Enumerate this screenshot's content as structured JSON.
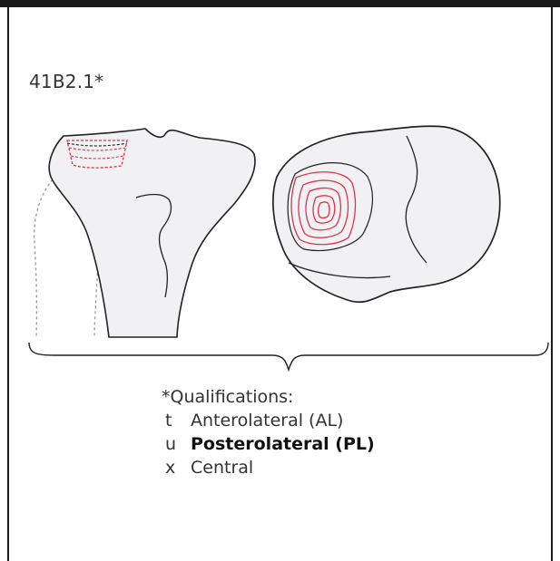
{
  "code": "41B2.1*",
  "qualifications": {
    "title": "*Qualifications:",
    "items": [
      {
        "letter": "t",
        "label": "Anterolateral (AL)"
      },
      {
        "letter": "u",
        "label": "Posterolateral (PL)"
      },
      {
        "letter": "x",
        "label": "Central"
      }
    ]
  },
  "colors": {
    "outline": "#222222",
    "bone_fill": "#f1f1f3",
    "fracture": "#e0304a",
    "fibula": "#9a9a9a"
  }
}
